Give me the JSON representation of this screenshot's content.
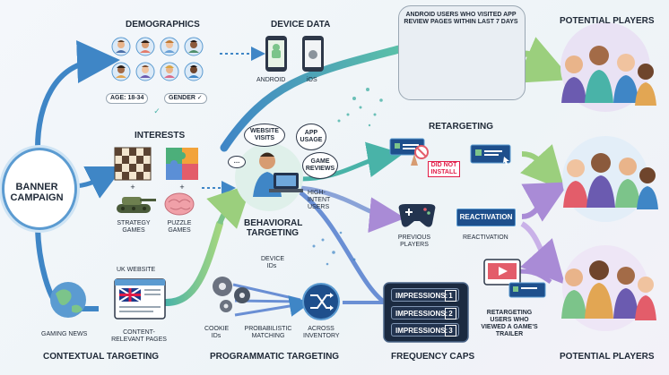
{
  "banner": {
    "title": "BANNER CAMPAIGN"
  },
  "demographics": {
    "title": "DEMOGRAPHICS",
    "age_tag": "AGE: 18-34",
    "gender_tag": "GENDER ✓"
  },
  "device": {
    "title": "DEVICE DATA",
    "android": "ANDROID",
    "ios": "iOS"
  },
  "interests": {
    "title": "INTERESTS",
    "strategy": "STRATEGY GAMES",
    "puzzle": "PUZZLE GAMES"
  },
  "callout": {
    "text": "ANDROID USERS WHO VISITED APP REVIEW PAGES WITHIN LAST 7 DAYS"
  },
  "behavioral": {
    "title": "BEHAVIORAL TARGETING",
    "bubble_visits": "WEBSITE VISITS",
    "bubble_usage": "APP USAGE",
    "bubble_reviews": "GAME REVIEWS",
    "high_intent": "HIGH-INTENT USERS"
  },
  "retargeting": {
    "title": "RETARGETING",
    "did_not_install": "DID NOT INSTALL"
  },
  "reactivation": {
    "button": "REACTIVATION",
    "previous": "PREVIOUS PLAYERS",
    "label": "REACTIVATION"
  },
  "contextual": {
    "title": "CONTEXTUAL TARGETING",
    "gaming_news": "GAMING NEWS",
    "uk_website": "UK WEBSITE",
    "content_pages": "CONTENT-RELEVANT PAGES"
  },
  "programmatic": {
    "title": "PROGRAMMATIC TARGETING",
    "device_ids": "DEVICE IDs",
    "cookie_ids": "COOKIE IDs",
    "probabilistic": "PROBABILISTIC MATCHING",
    "across": "ACROSS INVENTORY"
  },
  "frequency": {
    "title": "FREQUENCY CAPS",
    "rows": [
      {
        "label": "IMPRESSIONS:",
        "num": "1"
      },
      {
        "label": "IMPRESSIONS:",
        "num": "2"
      },
      {
        "label": "IMPRESSIONS:",
        "num": "3"
      }
    ],
    "trailer_text": "RETARGETING USERS WHO VIEWED A GAME'S TRAILER"
  },
  "players": {
    "top": "POTENTIAL PLAYERS",
    "bottom": "POTENTIAL PLAYERS"
  },
  "colors": {
    "flow_blue": "#3f86c6",
    "flow_teal": "#49b3a8",
    "flow_green": "#7cc48a",
    "flow_purple": "#a98bd6",
    "dark_navy": "#23344f"
  }
}
